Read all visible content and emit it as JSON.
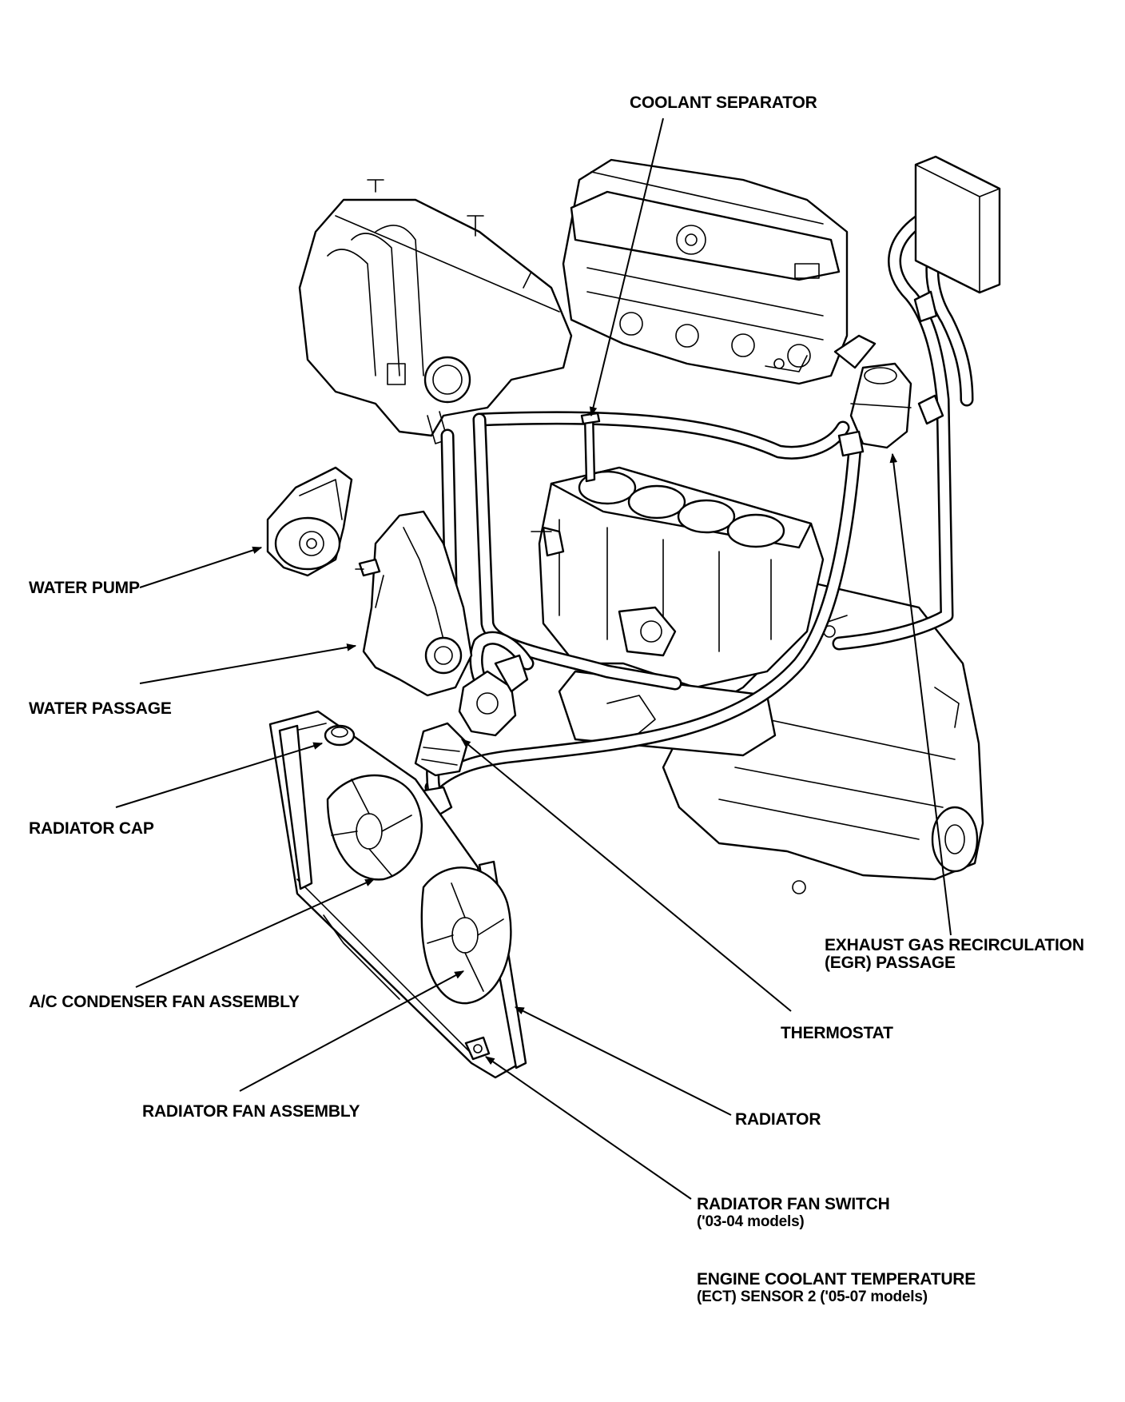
{
  "labels": {
    "coolant_separator": "COOLANT SEPARATOR",
    "water_pump": "WATER PUMP",
    "water_passage": "WATER PASSAGE",
    "radiator_cap": "RADIATOR CAP",
    "egr_passage_line1": "EXHAUST GAS RECIRCULATION",
    "egr_passage_line2": "(EGR) PASSAGE",
    "ac_condenser_fan_assembly": "A/C CONDENSER FAN ASSEMBLY",
    "thermostat": "THERMOSTAT",
    "radiator_fan_assembly": "RADIATOR FAN ASSEMBLY",
    "radiator": "RADIATOR",
    "radiator_fan_switch_line1": "RADIATOR FAN SWITCH",
    "radiator_fan_switch_line2": "('03-04 models)",
    "ect_sensor_line1": "ENGINE COOLANT TEMPERATURE",
    "ect_sensor_line2": "(ECT) SENSOR 2 ('05-07 models)"
  }
}
